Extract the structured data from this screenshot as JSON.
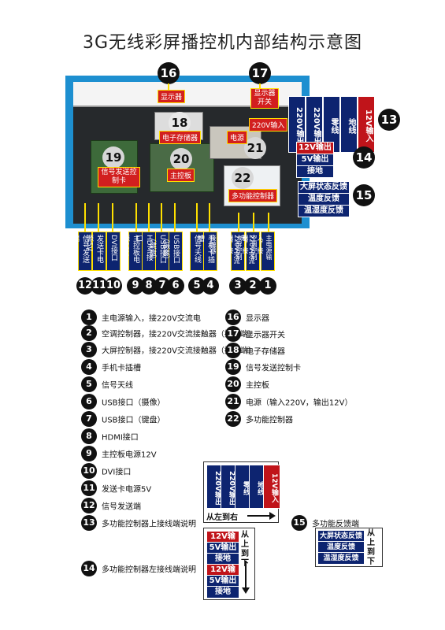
{
  "title": "3G无线彩屏播控机内部结构示意图",
  "photo": {
    "labels": {
      "display": "显示器",
      "display_switch": "显示器开关",
      "storage": "电子存储器",
      "power_in": "220V输入",
      "power": "电源",
      "sender_card": "信号发送控制卡",
      "mainboard": "主控板",
      "multi_ctrl": "多功能控制器"
    },
    "top_terminals": [
      "220V输出",
      "220V输出",
      "零线",
      "地线",
      "12V输入"
    ],
    "left_terminals": [
      "12V输出",
      "5V输出",
      "接地"
    ],
    "feedback_terminals": [
      "大屏状态反馈",
      "温度反馈",
      "温湿度反馈"
    ],
    "bottom_ports": [
      {
        "num": "12",
        "label": "信号发送端"
      },
      {
        "num": "11",
        "label": "发送卡电源5V"
      },
      {
        "num": "10",
        "label": "DVI接口"
      },
      {
        "num": "9",
        "label": "主控板电源12V"
      },
      {
        "num": "8",
        "label": "HDMI接口"
      },
      {
        "num": "7",
        "label": "USB接口（键盘）"
      },
      {
        "num": "6",
        "label": "USB接口（摄像）"
      },
      {
        "num": "5",
        "label": "信号天线"
      },
      {
        "num": "4",
        "label": "手机卡插槽"
      },
      {
        "num": "3",
        "label": "大屏控制器，接220V交流接触器"
      },
      {
        "num": "2",
        "label": "空调控制器，接220V交流接触器"
      },
      {
        "num": "1",
        "label": "主电源输入，接220V交流电"
      }
    ],
    "callouts": [
      "16",
      "17",
      "18",
      "19",
      "20",
      "21",
      "22",
      "13",
      "14",
      "15"
    ]
  },
  "legend_left": [
    {
      "num": "1",
      "text": "主电源输入，接220V交流电"
    },
    {
      "num": "2",
      "text": "空调控制器，接220V交流接触器（控制端）"
    },
    {
      "num": "3",
      "text": "大屏控制器，接220V交流接触器（控制端）"
    },
    {
      "num": "4",
      "text": "手机卡插槽"
    },
    {
      "num": "5",
      "text": "信号天线"
    },
    {
      "num": "6",
      "text": "USB接口（摄像）"
    },
    {
      "num": "7",
      "text": "USB接口（键盘）"
    },
    {
      "num": "8",
      "text": "HDMI接口"
    },
    {
      "num": "9",
      "text": "主控板电源12V"
    },
    {
      "num": "10",
      "text": "DVI接口"
    },
    {
      "num": "11",
      "text": "发送卡电源5V"
    },
    {
      "num": "12",
      "text": "信号发送端"
    },
    {
      "num": "13",
      "text": "多功能控制器上接线端说明"
    },
    {
      "num": "14",
      "text": "多功能控制器左接线端说明"
    }
  ],
  "legend_right": [
    {
      "num": "16",
      "text": "显示器"
    },
    {
      "num": "17",
      "text": "显示器开关"
    },
    {
      "num": "18",
      "text": "电子存储器"
    },
    {
      "num": "19",
      "text": "信号发送控制卡"
    },
    {
      "num": "20",
      "text": "主控板"
    },
    {
      "num": "21",
      "text": "电源（输入220V，输出12V）"
    },
    {
      "num": "22",
      "text": "多功能控制器"
    },
    {
      "num": "15",
      "text": "多功能反馈端"
    }
  ],
  "diagram13": {
    "columns": [
      "220V输出",
      "220V输出",
      "零线",
      "地线",
      "12V输入"
    ],
    "note": "从左到右"
  },
  "diagram14": {
    "rows": [
      "12V输出",
      "5V输出",
      "接地",
      "12V输出",
      "5V输出",
      "接地"
    ],
    "note": "从上到下"
  },
  "diagram15": {
    "rows": [
      "大屏状态反馈",
      "温度反馈",
      "温湿度反馈"
    ],
    "note": "从上到下"
  }
}
